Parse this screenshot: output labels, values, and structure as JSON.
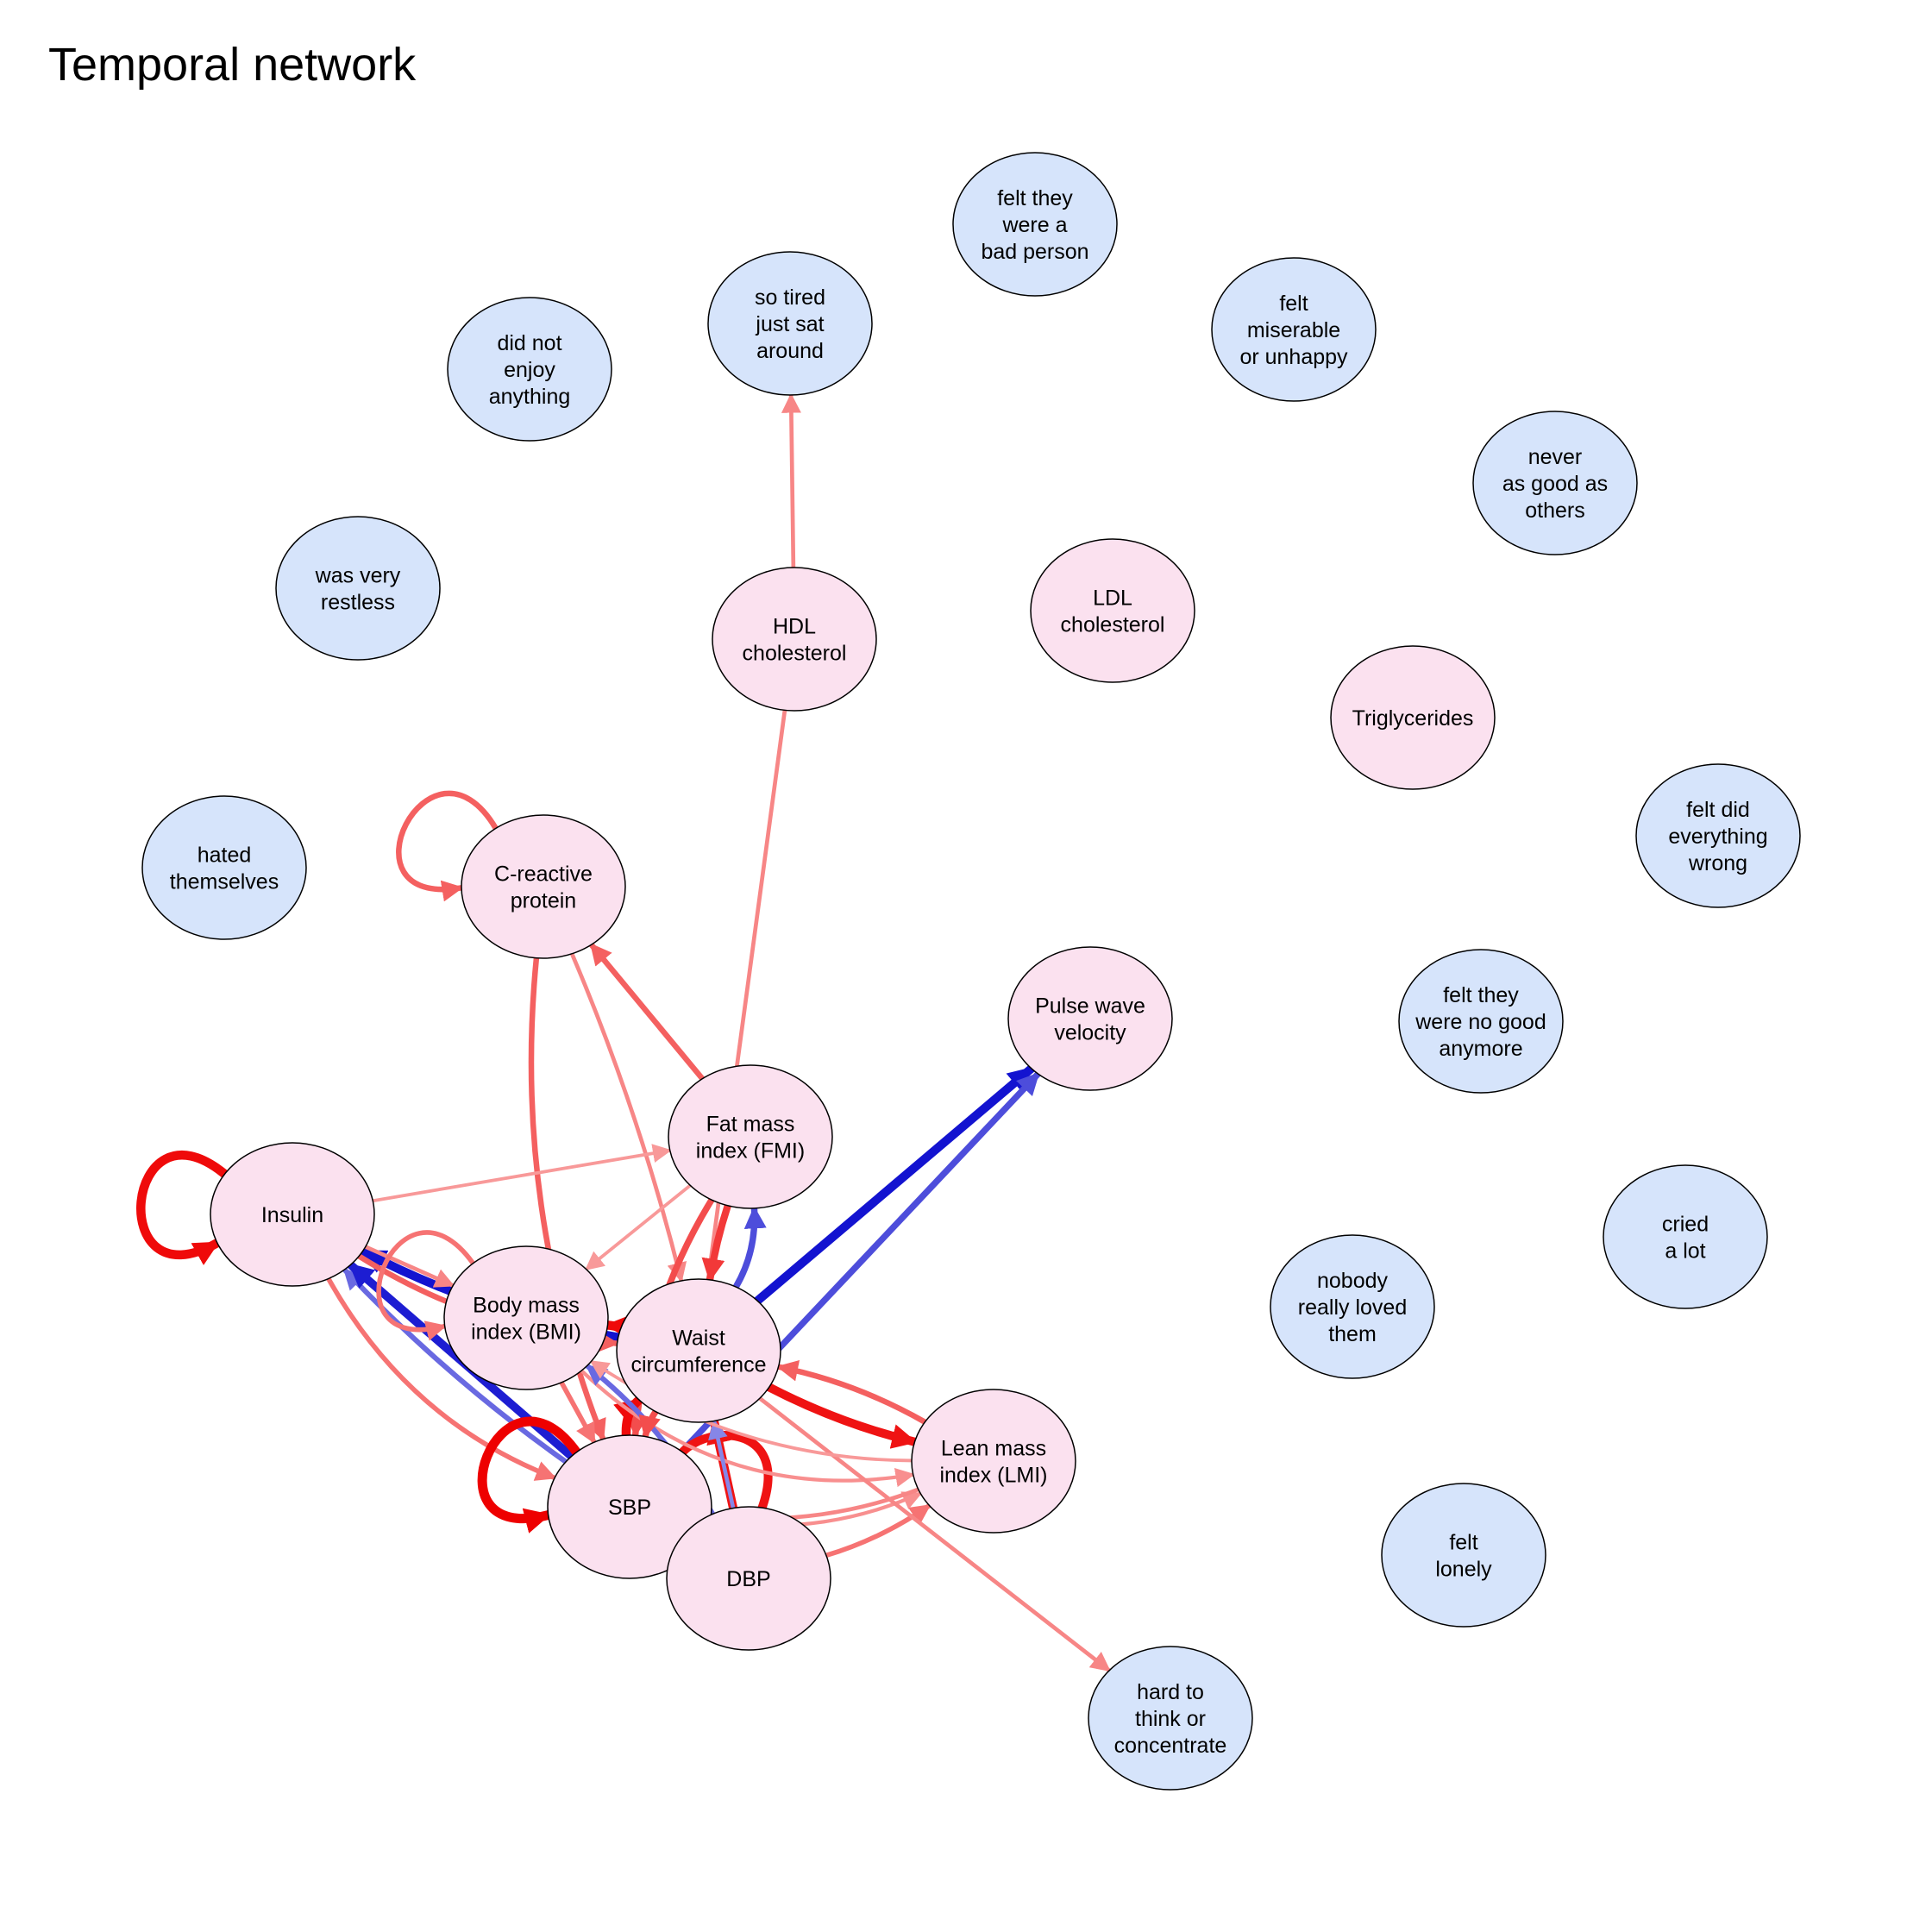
{
  "title": "Temporal network",
  "colors": {
    "symptom_fill": "#d6e4fb",
    "biomarker_fill": "#fbe1ef",
    "positive_edge": "#ee0000",
    "negative_edge": "#0000cc"
  },
  "nodes": [
    {
      "id": "bad_person",
      "lines": [
        "felt they",
        "were a",
        "bad person"
      ],
      "group": "symptom"
    },
    {
      "id": "tired",
      "lines": [
        "so tired",
        "just sat",
        "around"
      ],
      "group": "symptom"
    },
    {
      "id": "miserable",
      "lines": [
        "felt",
        "miserable",
        "or unhappy"
      ],
      "group": "symptom"
    },
    {
      "id": "not_enjoy",
      "lines": [
        "did not",
        "enjoy",
        "anything"
      ],
      "group": "symptom"
    },
    {
      "id": "never_good",
      "lines": [
        "never",
        "as good as",
        "others"
      ],
      "group": "symptom"
    },
    {
      "id": "restless",
      "lines": [
        "was very",
        "restless"
      ],
      "group": "symptom"
    },
    {
      "id": "hdl",
      "lines": [
        "HDL",
        "cholesterol"
      ],
      "group": "biomarker"
    },
    {
      "id": "ldl",
      "lines": [
        "LDL",
        "cholesterol"
      ],
      "group": "biomarker"
    },
    {
      "id": "trig",
      "lines": [
        "Triglycerides"
      ],
      "group": "biomarker"
    },
    {
      "id": "wrong",
      "lines": [
        "felt did",
        "everything",
        "wrong"
      ],
      "group": "symptom"
    },
    {
      "id": "hated",
      "lines": [
        "hated",
        "themselves"
      ],
      "group": "symptom"
    },
    {
      "id": "crp",
      "lines": [
        "C-reactive",
        "protein"
      ],
      "group": "biomarker"
    },
    {
      "id": "pwv",
      "lines": [
        "Pulse wave",
        "velocity"
      ],
      "group": "biomarker"
    },
    {
      "id": "no_good",
      "lines": [
        "felt they",
        "were no good",
        "anymore"
      ],
      "group": "symptom"
    },
    {
      "id": "fmi",
      "lines": [
        "Fat mass",
        "index (FMI)"
      ],
      "group": "biomarker"
    },
    {
      "id": "insulin",
      "lines": [
        "Insulin"
      ],
      "group": "biomarker"
    },
    {
      "id": "cried",
      "lines": [
        "cried",
        "a lot"
      ],
      "group": "symptom"
    },
    {
      "id": "nobody",
      "lines": [
        "nobody",
        "really loved",
        "them"
      ],
      "group": "symptom"
    },
    {
      "id": "bmi",
      "lines": [
        "Body mass",
        "index (BMI)"
      ],
      "group": "biomarker"
    },
    {
      "id": "waist",
      "lines": [
        "Waist",
        "circumference"
      ],
      "group": "biomarker"
    },
    {
      "id": "lmi",
      "lines": [
        "Lean mass",
        "index (LMI)"
      ],
      "group": "biomarker"
    },
    {
      "id": "sbp",
      "lines": [
        "SBP"
      ],
      "group": "biomarker"
    },
    {
      "id": "dbp",
      "lines": [
        "DBP"
      ],
      "group": "biomarker"
    },
    {
      "id": "lonely",
      "lines": [
        "felt",
        "lonely"
      ],
      "group": "symptom"
    },
    {
      "id": "concentrate",
      "lines": [
        "hard to",
        "think or",
        "concentrate"
      ],
      "group": "symptom"
    }
  ],
  "edges": [
    {
      "from": "hdl",
      "to": "tired",
      "sign": "positive",
      "weight": 0.3
    },
    {
      "from": "waist",
      "to": "hdl",
      "sign": "positive",
      "weight": 0.3,
      "arrow": false
    },
    {
      "from": "crp",
      "to": "crp",
      "sign": "positive",
      "weight": 0.5
    },
    {
      "from": "fmi",
      "to": "crp",
      "sign": "positive",
      "weight": 0.5
    },
    {
      "from": "crp",
      "to": "sbp",
      "sign": "positive",
      "weight": 0.5
    },
    {
      "from": "crp",
      "to": "waist",
      "sign": "positive",
      "weight": 0.3
    },
    {
      "from": "waist",
      "to": "pwv",
      "sign": "negative",
      "weight": 0.9
    },
    {
      "from": "sbp",
      "to": "pwv",
      "sign": "negative",
      "weight": 0.6
    },
    {
      "from": "insulin",
      "to": "insulin",
      "sign": "positive",
      "weight": 0.95
    },
    {
      "from": "insulin",
      "to": "fmi",
      "sign": "positive",
      "weight": 0.2
    },
    {
      "from": "waist",
      "to": "insulin",
      "sign": "negative",
      "weight": 0.9
    },
    {
      "from": "sbp",
      "to": "insulin",
      "sign": "negative",
      "weight": 0.45
    },
    {
      "from": "sbp",
      "to": "insulin",
      "sign": "negative",
      "weight": 0.85
    },
    {
      "from": "insulin",
      "to": "bmi",
      "sign": "positive",
      "weight": 0.3
    },
    {
      "from": "insulin",
      "to": "sbp",
      "sign": "positive",
      "weight": 0.4
    },
    {
      "from": "insulin",
      "to": "waist",
      "sign": "positive",
      "weight": 0.5
    },
    {
      "from": "fmi",
      "to": "waist",
      "sign": "positive",
      "weight": 0.7
    },
    {
      "from": "waist",
      "to": "fmi",
      "sign": "negative",
      "weight": 0.6
    },
    {
      "from": "fmi",
      "to": "sbp",
      "sign": "positive",
      "weight": 0.6
    },
    {
      "from": "fmi",
      "to": "bmi",
      "sign": "positive",
      "weight": 0.2
    },
    {
      "from": "waist",
      "to": "bmi",
      "sign": "positive",
      "weight": 0.95
    },
    {
      "from": "bmi",
      "to": "bmi",
      "sign": "positive",
      "weight": 0.4
    },
    {
      "from": "bmi",
      "to": "sbp",
      "sign": "positive",
      "weight": 0.4
    },
    {
      "from": "sbp",
      "to": "waist",
      "sign": "positive",
      "weight": 0.95
    },
    {
      "from": "sbp",
      "to": "sbp",
      "sign": "positive",
      "weight": 1.0
    },
    {
      "from": "dbp",
      "to": "dbp",
      "sign": "positive",
      "weight": 0.9
    },
    {
      "from": "dbp",
      "to": "waist",
      "sign": "positive",
      "weight": 0.9
    },
    {
      "from": "waist",
      "to": "lmi",
      "sign": "positive",
      "weight": 0.9
    },
    {
      "from": "lmi",
      "to": "waist",
      "sign": "positive",
      "weight": 0.5
    },
    {
      "from": "dbp",
      "to": "lmi",
      "sign": "positive",
      "weight": 0.4
    },
    {
      "from": "sbp",
      "to": "lmi",
      "sign": "positive",
      "weight": 0.25
    },
    {
      "from": "lmi",
      "to": "sbp",
      "sign": "positive",
      "weight": 0.3
    },
    {
      "from": "bmi",
      "to": "lmi",
      "sign": "positive",
      "weight": 0.25
    },
    {
      "from": "dbp",
      "to": "bmi",
      "sign": "negative",
      "weight": 0.45
    },
    {
      "from": "dbp",
      "to": "waist",
      "sign": "negative",
      "weight": 0.3
    },
    {
      "from": "waist",
      "to": "concentrate",
      "sign": "positive",
      "weight": 0.3
    },
    {
      "from": "lmi",
      "to": "bmi",
      "sign": "positive",
      "weight": 0.2
    },
    {
      "from": "waist",
      "to": "sbp",
      "sign": "positive",
      "weight": 0.6
    }
  ]
}
